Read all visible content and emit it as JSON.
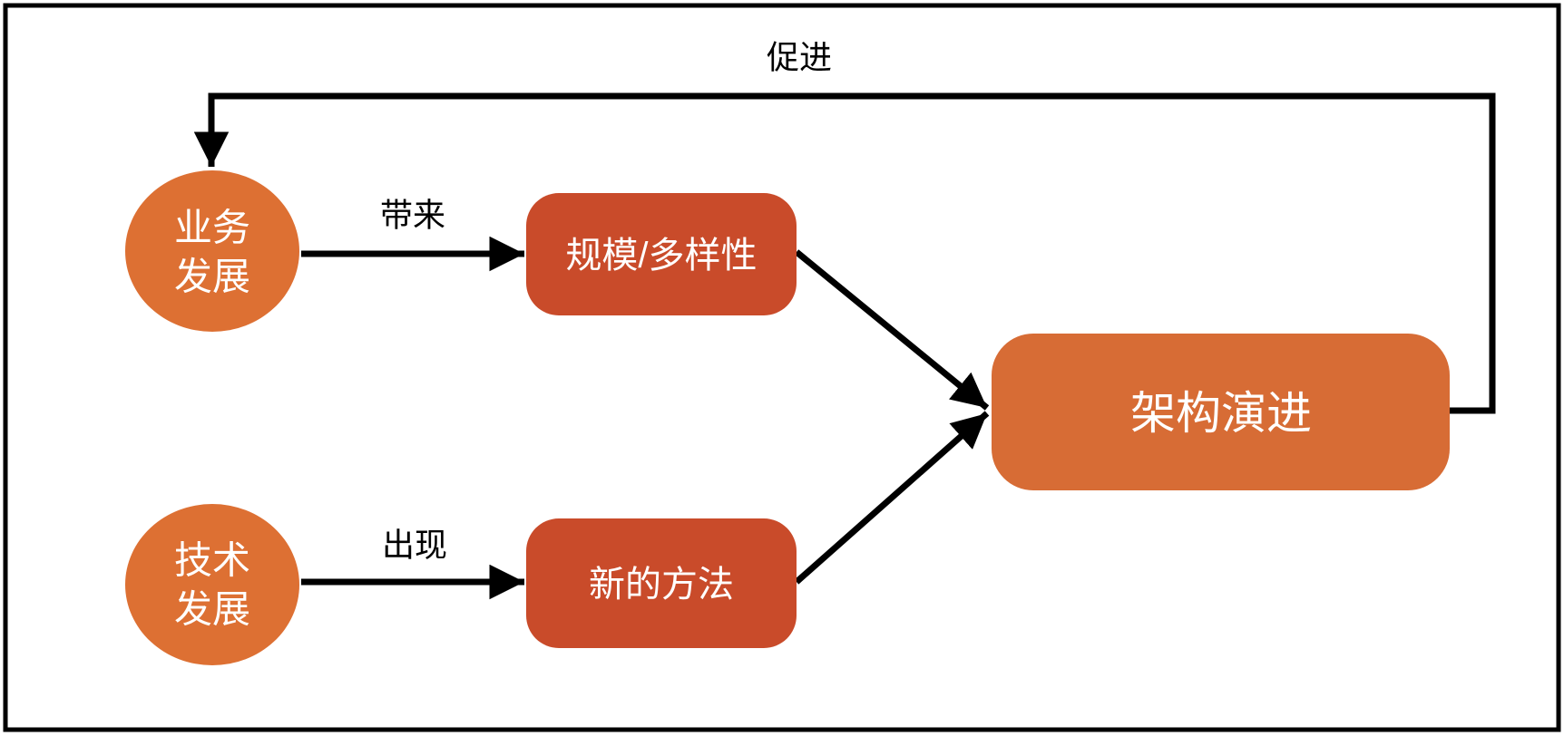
{
  "diagram": {
    "nodes": {
      "business": {
        "line1": "业务",
        "line2": "发展",
        "color": "#DD7033"
      },
      "technology": {
        "line1": "技术",
        "line2": "发展",
        "color": "#DD7033"
      },
      "scale_diversity": {
        "label": "规模/多样性",
        "color": "#C94B2A"
      },
      "new_methods": {
        "label": "新的方法",
        "color": "#C94B2A"
      },
      "architecture_evolution": {
        "label": "架构演进",
        "color": "#D76C35"
      }
    },
    "edges": {
      "brings": {
        "label": "带来"
      },
      "emerges": {
        "label": "出现"
      },
      "promotes": {
        "label": "促进"
      }
    },
    "colors": {
      "line": "#000000",
      "node_text": "#FFFFFF",
      "background": "#FFFFFF"
    }
  }
}
